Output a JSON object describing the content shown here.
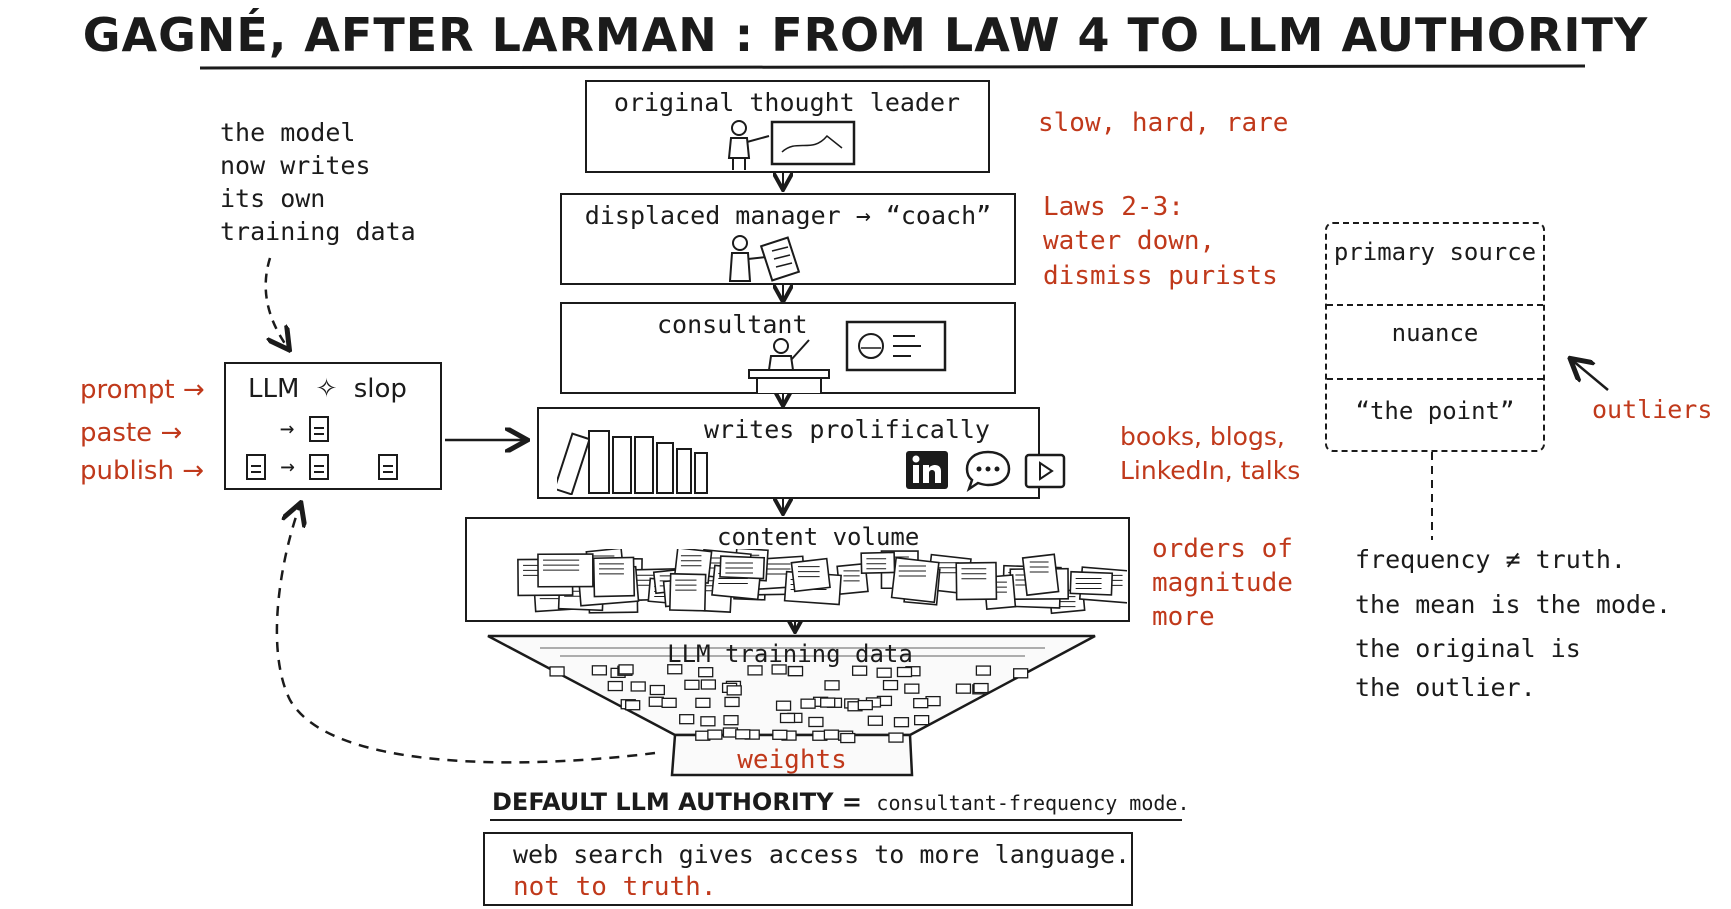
{
  "title": "GAGNÉ, AFTER LARMAN : FROM LAW 4 TO LLM AUTHORITY",
  "steps": {
    "original": "original thought leader",
    "manager": "displaced manager → “coach”",
    "consultant": "consultant",
    "writes": "writes prolifically",
    "content": "content volume",
    "training": "LLM training data",
    "weights": "weights"
  },
  "notes": {
    "slow": "slow, hard, rare",
    "laws_1": "Laws 2-3:",
    "laws_2": "water down,",
    "laws_3": "dismiss purists",
    "books_1": "books, blogs,",
    "books_2": "LinkedIn, talks",
    "orders_1": "orders of",
    "orders_2": "magnitude",
    "orders_3": "more"
  },
  "left": {
    "model_1": "the model",
    "model_2": "now writes",
    "model_3": "its own",
    "model_4": "training data",
    "llm": "LLM",
    "sparkle": "✧",
    "slop": "slop",
    "prompt": "prompt →",
    "paste": "paste →",
    "publish": "publish →"
  },
  "right": {
    "primary": "primary source",
    "nuance": "nuance",
    "point": "“the point”",
    "outliers": "outliers",
    "freq": "frequency ≠ truth.",
    "mean": "the mean is the mode.",
    "orig_1": "the original is",
    "orig_2": "the outlier."
  },
  "bottom": {
    "authority_bold": "DEFAULT LLM AUTHORITY =",
    "authority_rest": "consultant-frequency mode.",
    "search": "web search gives access to more language.",
    "not_truth": "not to truth."
  },
  "icons": [
    "presenter-icon",
    "clipboard-icon",
    "podium-icon",
    "books-icon",
    "linkedin-icon",
    "chat-icon",
    "play-icon",
    "document-icon"
  ],
  "colors": {
    "accent": "#c0391b",
    "ink": "#1b1b1b"
  }
}
